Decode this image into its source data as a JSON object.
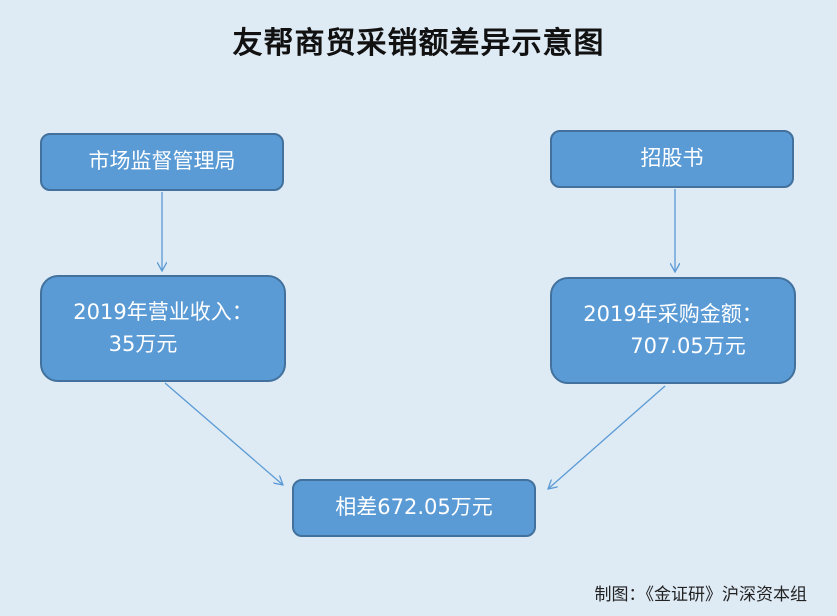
{
  "title": "友帮商贸采销额差异示意图",
  "nodes": {
    "regulator": "市场监督管理局",
    "prospectus": "招股书",
    "revenue_line1": "2019年营业收入：",
    "revenue_line2": "35万元",
    "purchase_line1": "2019年采购金额：",
    "purchase_line2": "707.05万元",
    "difference": "相差672.05万元"
  },
  "credit": "制图：《金证研》沪深资本组",
  "colors": {
    "background": "#deeaf4",
    "box_fill": "#5b9bd5",
    "box_border": "#41719c",
    "arrow": "#5b9bd5"
  }
}
